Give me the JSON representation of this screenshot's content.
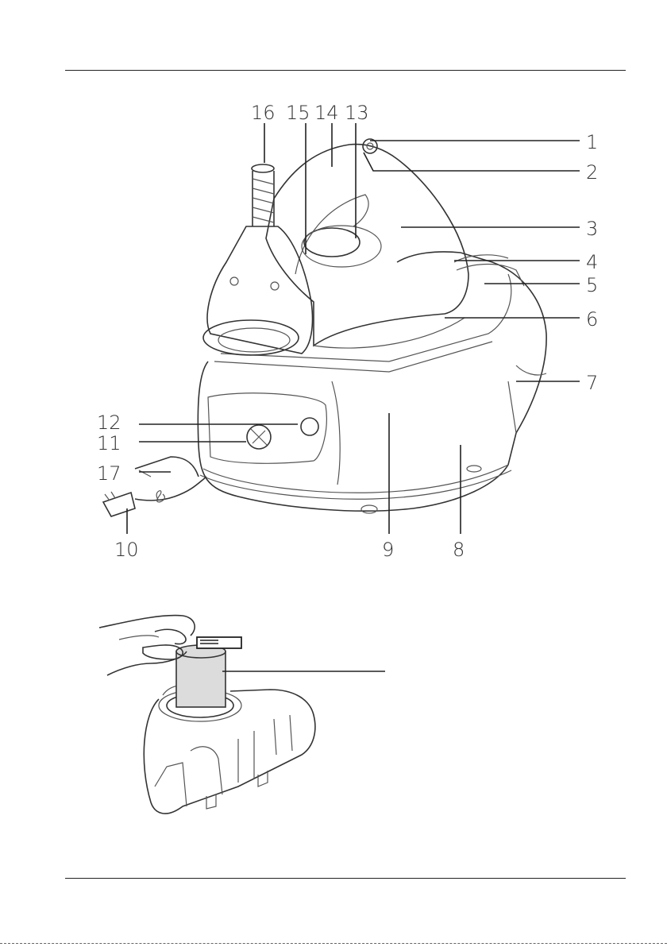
{
  "figure1": {
    "callouts": [
      {
        "id": "1",
        "label": "1"
      },
      {
        "id": "2",
        "label": "2"
      },
      {
        "id": "3",
        "label": "3"
      },
      {
        "id": "4",
        "label": "4"
      },
      {
        "id": "5",
        "label": "5"
      },
      {
        "id": "6",
        "label": "6"
      },
      {
        "id": "7",
        "label": "7"
      },
      {
        "id": "8",
        "label": "8"
      },
      {
        "id": "9",
        "label": "9"
      },
      {
        "id": "10",
        "label": "10"
      },
      {
        "id": "11",
        "label": "11"
      },
      {
        "id": "12",
        "label": "12"
      },
      {
        "id": "13",
        "label": "13"
      },
      {
        "id": "14",
        "label": "14"
      },
      {
        "id": "15",
        "label": "15"
      },
      {
        "id": "16",
        "label": "16"
      },
      {
        "id": "17",
        "label": "17"
      }
    ]
  },
  "icons": {
    "steam_station": "steam-iron-station-drawing",
    "filter_insertion": "filter-cartridge-insertion-drawing"
  }
}
